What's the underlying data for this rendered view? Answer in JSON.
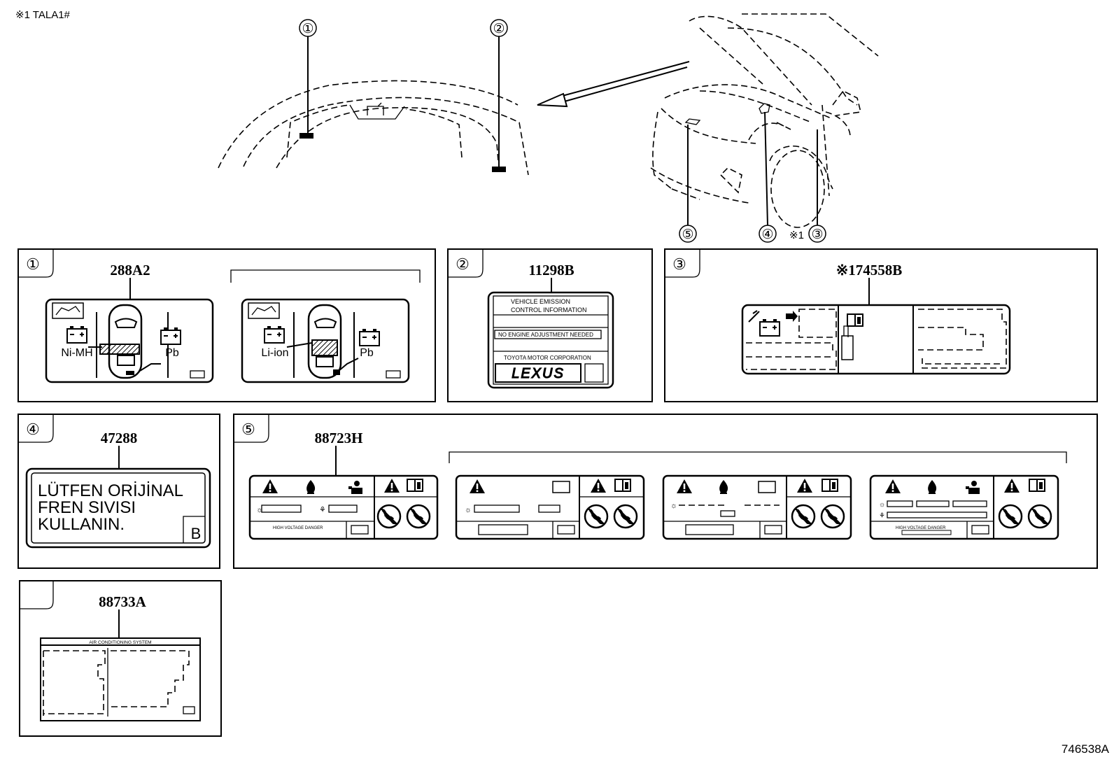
{
  "header": {
    "note": "※1  TALA1#"
  },
  "footer": {
    "diagram_code": "746538A"
  },
  "callouts": {
    "c1": "①",
    "c2": "②",
    "c3": "③",
    "c4": "④",
    "c5": "⑤",
    "note_mark": "※1"
  },
  "panels": {
    "p1": {
      "badge": "①",
      "part_number": "288A2",
      "label_a": {
        "left_battery": "Ni-MH",
        "right_battery": "Pb"
      },
      "label_b": {
        "left_battery": "Li-ion",
        "right_battery": "Pb"
      }
    },
    "p2": {
      "badge": "②",
      "part_number": "11298B",
      "line1": "VEHICLE  EMISSION",
      "line2": "CONTROL  INFORMATION",
      "line3": "NO  ENGINE  ADJUSTMENT NEEDED",
      "line4": "TOYOTA  MOTOR  CORPORATION",
      "brand": "LEXUS"
    },
    "p3": {
      "badge": "③",
      "part_number": "※174558B"
    },
    "p4": {
      "badge": "④",
      "part_number": "47288",
      "line1": "LÜTFEN  ORİJİNAL",
      "line2": "FREN SIVISI",
      "line3": "KULLANIN.",
      "corner_letter": "B"
    },
    "p5": {
      "badge": "⑤",
      "part_number": "88723H",
      "small_text_1": "HIGH VOLTAGE DANGER",
      "small_text_2": "HIGH VOLTAGE DANGER"
    },
    "p6": {
      "part_number": "88733A",
      "title": "AIR CONDITIONING SYSTEM"
    }
  },
  "colors": {
    "ink": "#000000",
    "paper": "#ffffff"
  },
  "icons": [
    "warning-triangle-icon",
    "flame-icon",
    "manual-book-icon",
    "battery-icon",
    "person-icon",
    "no-hands-icon"
  ]
}
